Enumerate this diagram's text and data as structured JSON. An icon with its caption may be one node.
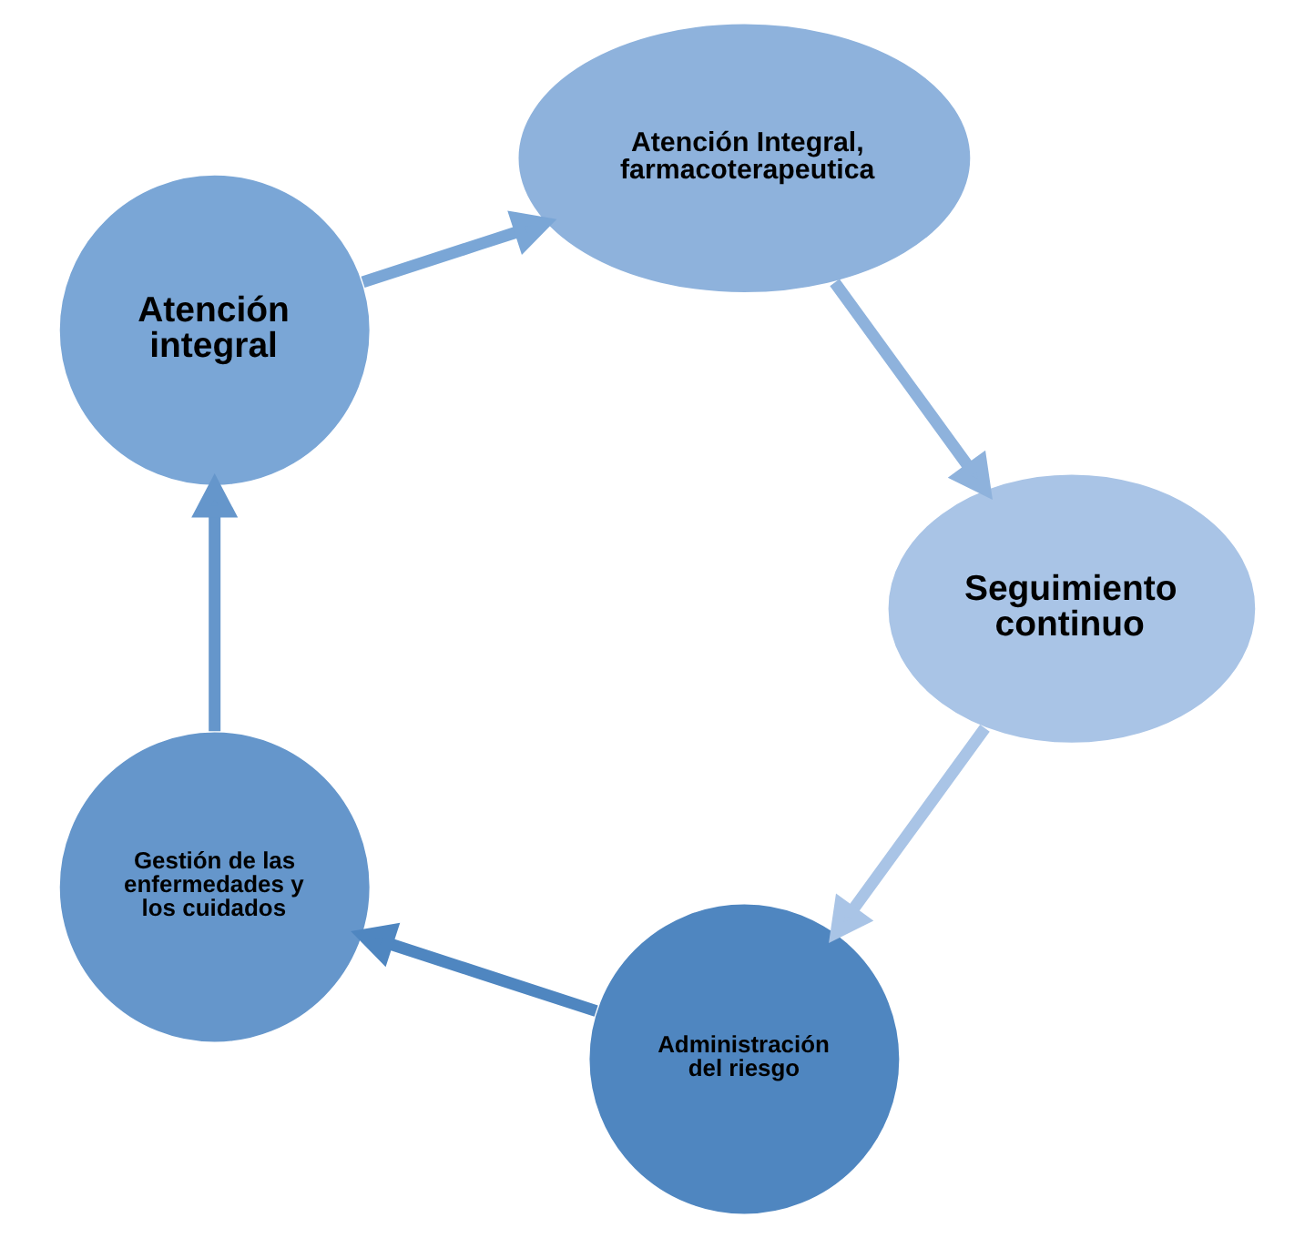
{
  "diagram": {
    "nodes": [
      {
        "text": [
          "Administración del riesgo"
        ]
      },
      {
        "text": [
          "Gestión de las enfermedades y los cuidados"
        ]
      },
      {
        "text": [
          "Atención integral"
        ]
      },
      {
        "text": [
          "Atención Integral, farmacoterapeutica"
        ]
      },
      {
        "text": [
          "Seguimiento continuo"
        ]
      }
    ],
    "edges": [
      {
        "from": 0,
        "to": 1,
        "arrow": "to"
      },
      {
        "from": 1,
        "to": 2,
        "arrow": "to"
      },
      {
        "from": 2,
        "to": 3,
        "arrow": "to"
      },
      {
        "from": 3,
        "to": 4,
        "arrow": "to"
      },
      {
        "from": 4,
        "to": 0,
        "arrow": "to"
      }
    ]
  }
}
